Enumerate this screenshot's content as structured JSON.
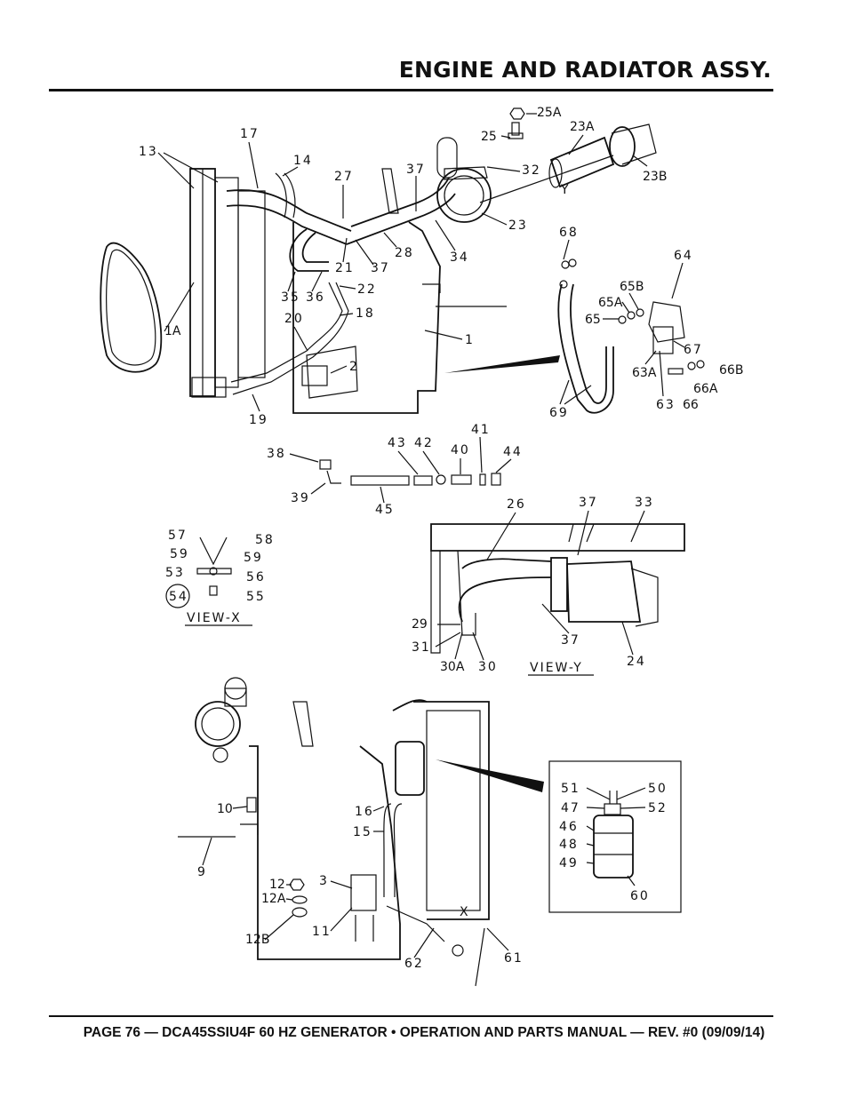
{
  "header": {
    "title": "ENGINE AND RADIATOR ASSY."
  },
  "footer": {
    "text": "PAGE 76 — DCA45SSIU4F 60 HZ GENERATOR • OPERATION AND PARTS MANUAL — REV. #0 (09/09/14)"
  },
  "views": {
    "view_x": "VIEW-X",
    "view_y": "VIEW-Y",
    "y_marker": "Y",
    "x_marker": "X"
  },
  "callouts": [
    "13",
    "17",
    "14",
    "27",
    "37",
    "32",
    "25A",
    "25",
    "23A",
    "23B",
    "23",
    "34",
    "28",
    "37",
    "21",
    "35",
    "36",
    "22",
    "20",
    "18",
    "1A",
    "1",
    "2",
    "19",
    "68",
    "64",
    "65B",
    "65A",
    "65",
    "67",
    "66B",
    "63A",
    "66A",
    "63",
    "66",
    "69",
    "38",
    "43",
    "42",
    "40",
    "41",
    "44",
    "39",
    "45",
    "57",
    "58",
    "59",
    "59",
    "53",
    "56",
    "54",
    "55",
    "26",
    "37",
    "33",
    "29",
    "31",
    "30A",
    "30",
    "37",
    "24",
    "10",
    "9",
    "16",
    "15",
    "3",
    "12",
    "12A",
    "12B",
    "11",
    "62",
    "61",
    "51",
    "50",
    "47",
    "52",
    "46",
    "48",
    "49",
    "60"
  ]
}
